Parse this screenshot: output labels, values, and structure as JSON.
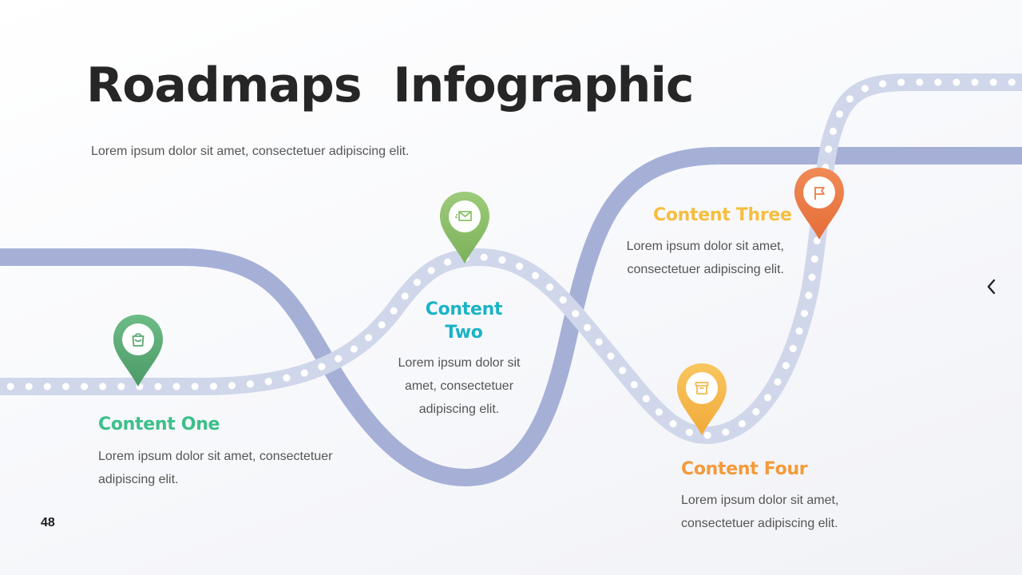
{
  "slide": {
    "title": "Roadmaps  Infographic",
    "subtitle": "Lorem ipsum dolor sit amet, consectetuer adipiscing elit.",
    "page_number": "48"
  },
  "milestones": [
    {
      "heading": "Content One",
      "body": "Lorem ipsum dolor sit amet, consectetuer adipiscing elit.",
      "color": "#3cbf8a",
      "pin_color": "#5aa873",
      "icon": "shopping-bag-icon"
    },
    {
      "heading": "Content Two",
      "body": "Lorem ipsum dolor sit amet, consectetuer adipiscing elit.",
      "color": "#1ab3c6",
      "pin_color": "#8cc06a",
      "icon": "envelope-icon"
    },
    {
      "heading": "Content Three",
      "body": "Lorem ipsum dolor sit amet, consectetuer adipiscing elit.",
      "color": "#f5be3f",
      "pin_color": "#ec7b45",
      "icon": "flag-icon"
    },
    {
      "heading": "Content Four",
      "body": "Lorem ipsum dolor sit amet, consectetuer adipiscing elit.",
      "color": "#f49a3a",
      "pin_color": "#f6b94c",
      "icon": "archive-box-icon"
    }
  ],
  "colors": {
    "main_road": "#a6b0d7",
    "dotted_road": "#d1d7ea"
  },
  "nav": {
    "icon": "chevron-left-icon"
  }
}
